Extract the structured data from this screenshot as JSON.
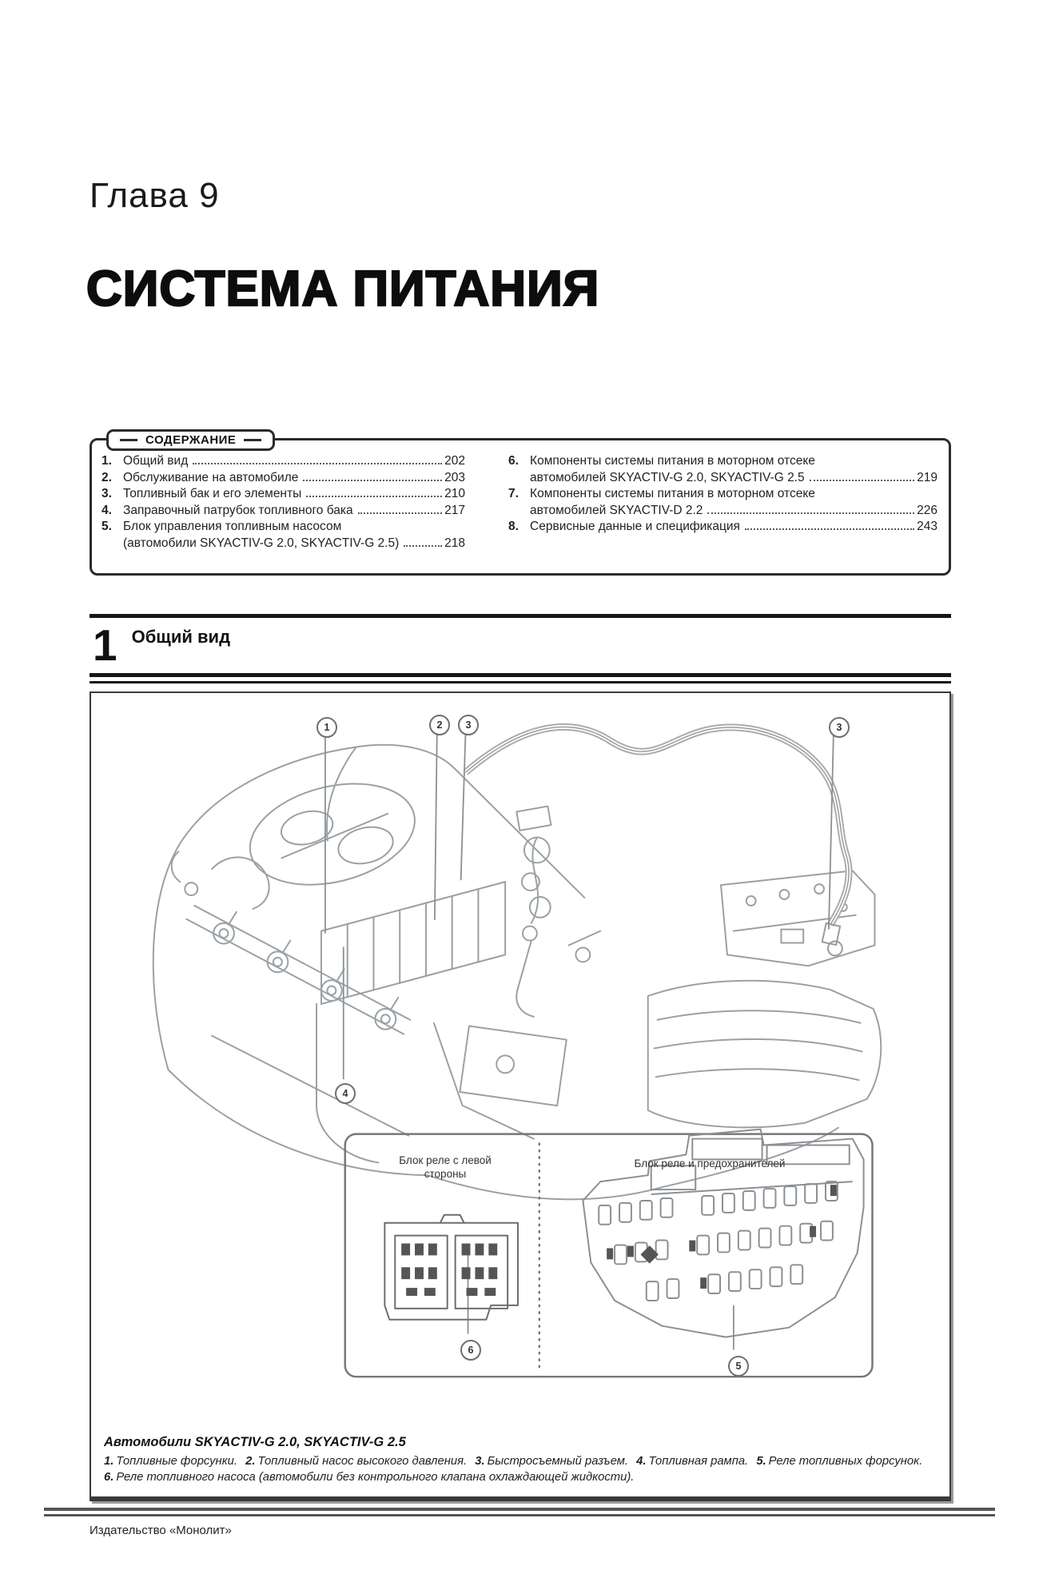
{
  "page": {
    "chapter": "Глава 9",
    "title": "СИСТЕМА ПИТАНИЯ",
    "footer": "Издательство «Монолит»"
  },
  "toc": {
    "header": "СОДЕРЖАНИЕ",
    "left": [
      {
        "num": "1.",
        "label": "Общий вид",
        "page": "202"
      },
      {
        "num": "2.",
        "label": "Обслуживание на автомобиле",
        "page": "203"
      },
      {
        "num": "3.",
        "label": "Топливный бак и его элементы",
        "page": "210"
      },
      {
        "num": "4.",
        "label": "Заправочный патрубок топливного бака",
        "page": "217"
      },
      {
        "num": "5.",
        "label": "Блок управления топливным насосом",
        "label2": "(автомобили SKYACTIV-G 2.0, SKYACTIV-G 2.5)",
        "page": "218"
      }
    ],
    "right": [
      {
        "num": "6.",
        "label": "Компоненты системы питания в моторном отсеке",
        "label2": "автомобилей SKYACTIV-G 2.0, SKYACTIV-G 2.5",
        "page": "219"
      },
      {
        "num": "7.",
        "label": "Компоненты системы питания в моторном отсеке",
        "label2": "автомобилей SKYACTIV-D 2.2",
        "page": "226"
      },
      {
        "num": "8.",
        "label": "Сервисные данные и спецификация",
        "page": "243"
      }
    ]
  },
  "section": {
    "number": "1",
    "title": "Общий вид"
  },
  "figure": {
    "callouts": {
      "c1": "1",
      "c2": "2",
      "c3": "3",
      "c3b": "3",
      "c4": "4",
      "c5": "5",
      "c6": "6"
    },
    "relay_left_label_line1": "Блок реле с левой",
    "relay_left_label_line2": "стороны",
    "relay_right_label": "Блок реле и предохранителей",
    "caption_title": "Автомобили SKYACTIV-G 2.0, SKYACTIV-G 2.5",
    "caption_parts": [
      {
        "n": "1.",
        "t": "Топливные форсунки."
      },
      {
        "n": "2.",
        "t": "Топливный насос высокого давления."
      },
      {
        "n": "3.",
        "t": "Быстросъемный разъем."
      },
      {
        "n": "4.",
        "t": "Топливная рампа."
      },
      {
        "n": "5.",
        "t": "Реле топливных форсунок."
      },
      {
        "n": "6.",
        "t": "Реле топливного насоса (автомобили без контрольного клапана охлаждающей жидкости)."
      }
    ]
  }
}
